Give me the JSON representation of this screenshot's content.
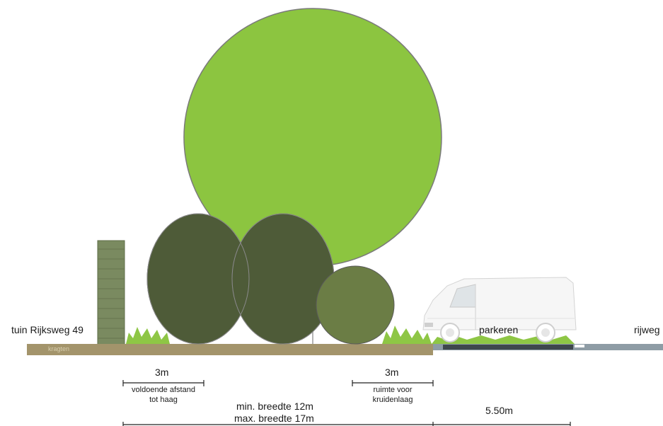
{
  "labels": {
    "garden": "tuin Rijksweg 49",
    "parking": "parkeren",
    "roadway": "rijweg",
    "logo": "kragten"
  },
  "dimensions": {
    "left_width": "3m",
    "left_note_line1": "voldoende afstand",
    "left_note_line2": "tot haag",
    "right_width": "3m",
    "right_note_line1": "ruimte voor",
    "right_note_line2": "kruidenlaag",
    "min_width": "min. breedte 12m",
    "max_width": "max. breedte 17m",
    "parking_width": "5.50m"
  },
  "colors": {
    "crown_large": "#8cc540",
    "shrub_dark": "#4e5b38",
    "shrub_light": "#6b7d45",
    "ground": "#a3946b",
    "hedge": "#7a8a60",
    "grass": "#8ec645",
    "road": "#8e9ca5",
    "parking_lane": "#3e474d"
  }
}
